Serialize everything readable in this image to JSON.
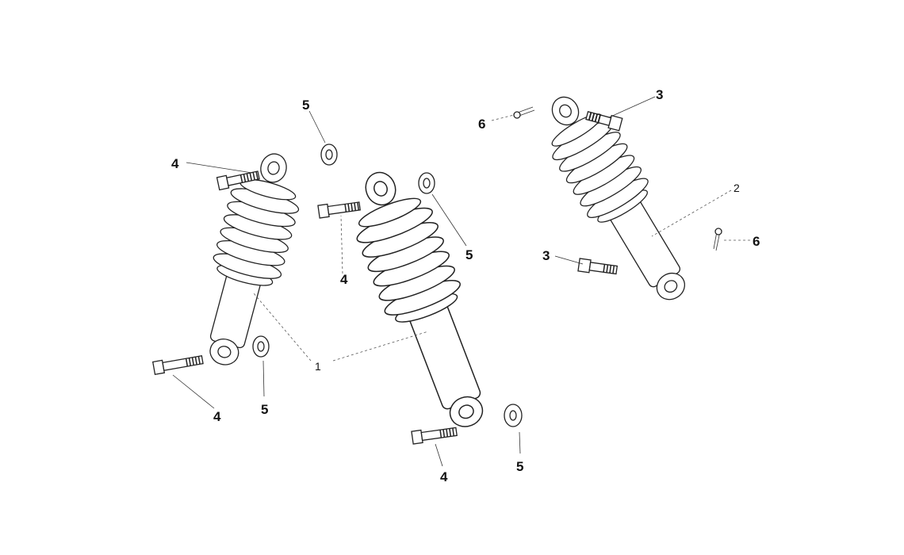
{
  "diagram": {
    "callouts": {
      "c5a": "5",
      "c4a": "4",
      "c4b": "4",
      "c5b": "5",
      "c1": "1",
      "c4c": "4",
      "c5c": "5",
      "c4d": "4",
      "c5d": "5",
      "c6a": "6",
      "c3a": "3",
      "c2": "2",
      "c6b": "6",
      "c3b": "3"
    }
  }
}
